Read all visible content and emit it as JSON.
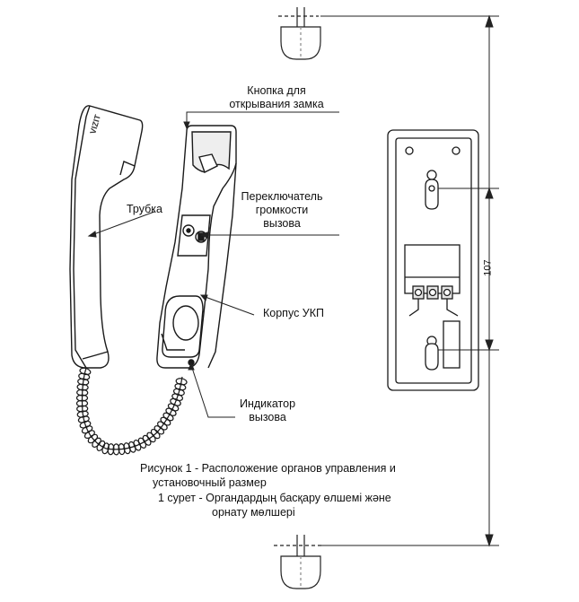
{
  "labels": {
    "button": [
      "Кнопка для",
      "открывания замка"
    ],
    "handset": "Трубка",
    "switch": [
      "Переключатель",
      "громкости",
      "вызова"
    ],
    "body": "Корпус УКП",
    "indicator": [
      "Индикатор",
      "вызова"
    ]
  },
  "brand": "VIZIT",
  "dimension": "107",
  "caption": {
    "line1": "Рисунок 1 - Расположение органов управления и",
    "line2": "установочный размер",
    "line3": "1 сурет - Органдардың басқару өлшемі және",
    "line4": "орнату мөлшері"
  },
  "colors": {
    "stroke": "#1a1a1a",
    "fill": "#ffffff",
    "shade": "#d9d9d9"
  }
}
